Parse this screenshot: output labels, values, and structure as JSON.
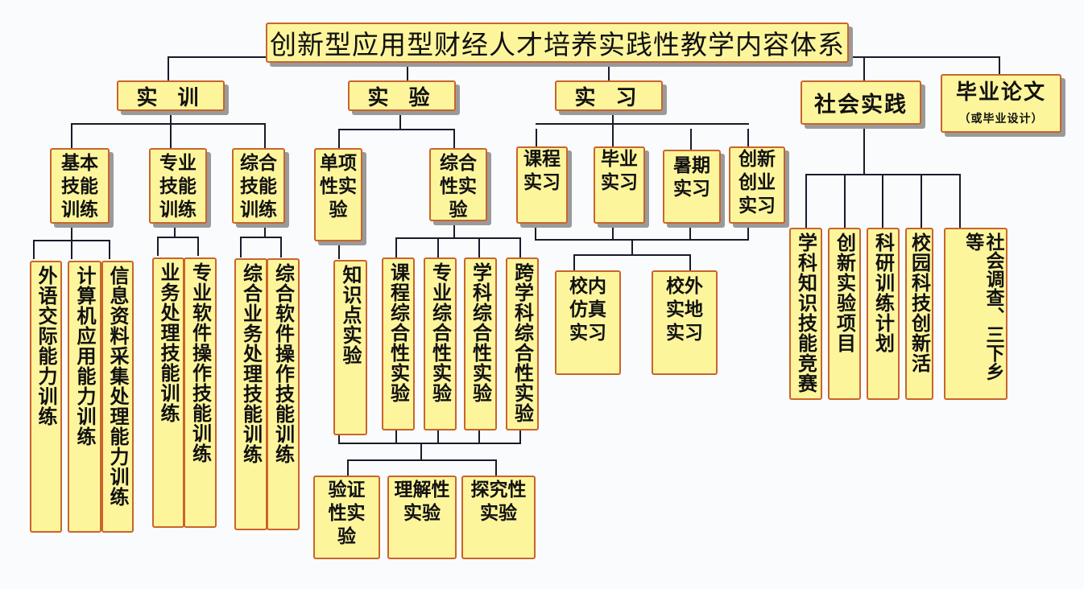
{
  "title": "创新型应用型财经人才培养实践性教学内容体系",
  "categories": {
    "training": {
      "label": "实 训",
      "children": [
        {
          "label": "基本技能训练",
          "leaves": [
            "外语交际能力训练",
            "计算机应用能力训练",
            "信息资料采集处理能力训练"
          ]
        },
        {
          "label": "专业技能训练",
          "leaves": [
            "业务处理技能训练",
            "专业软件操作技能训练"
          ]
        },
        {
          "label": "综合技能训练",
          "leaves": [
            "综合业务处理技能训练",
            "综合软件操作技能训练"
          ]
        }
      ]
    },
    "experiment": {
      "label": "实 验",
      "children": [
        {
          "label": "单项性实验",
          "leaves": [
            "知识点实验"
          ]
        },
        {
          "label": "综合性实验",
          "leaves": [
            "课程综合性实验",
            "专业综合性实验",
            "学科综合性实验",
            "跨学科综合性实验"
          ]
        }
      ],
      "types": [
        "验证性实验",
        "理解性实验",
        "探究性实验"
      ]
    },
    "internship": {
      "label": "实 习",
      "children": [
        "课程实习",
        "毕业实习",
        "暑期实习",
        "创新创业实习"
      ],
      "venues": [
        "校内仿真实习",
        "校外实地实习"
      ]
    },
    "social_practice": {
      "label": "社会实践",
      "leaves": [
        "学科知识技能竞赛",
        "创新实验项目",
        "科研训练计划",
        "校园科技创新活",
        "社会调查、三下乡等"
      ]
    },
    "thesis": {
      "label": "毕业论文",
      "sublabel": "（或毕业设计）"
    }
  },
  "colors": {
    "box_fill": "#fdf59c",
    "box_border": "#c9642c",
    "connector": "#1a1a2a",
    "shadow": "#9a9a9a"
  }
}
